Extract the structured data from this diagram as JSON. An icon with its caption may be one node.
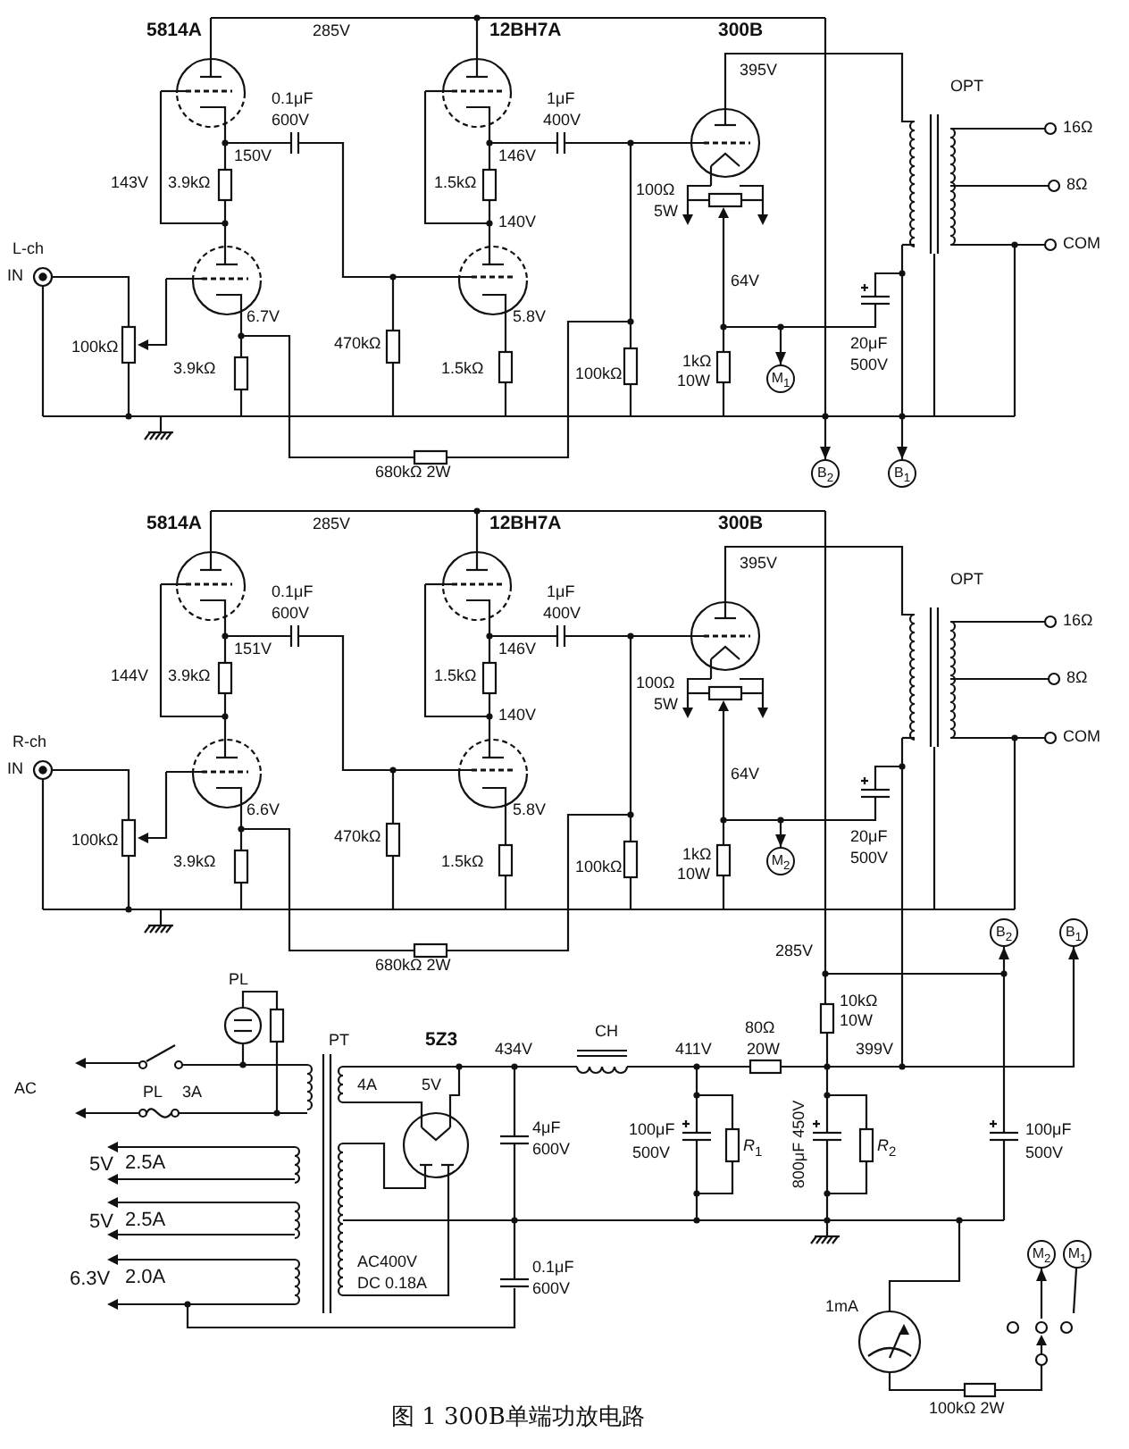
{
  "diagram": {
    "caption": "图 1 300B单端功放电路",
    "nodes": [
      {
        "text": [
          "B$_{2}$"
        ]
      },
      {
        "text": [
          "B$_{1}$"
        ]
      },
      {
        "text": [
          "M$_{1}$"
        ]
      },
      {
        "text": [
          "M$_{2}$"
        ]
      },
      {
        "text": [
          "B$_{2}$"
        ]
      },
      {
        "text": [
          "B$_{1}$"
        ]
      },
      {
        "text": [
          "M$_{2}$"
        ]
      },
      {
        "text": [
          "M$_{1}$"
        ]
      }
    ],
    "edges": [
      {
        "from": null,
        "to": 0,
        "arrow": "to"
      },
      {
        "from": null,
        "to": 1,
        "arrow": "to"
      },
      {
        "from": null,
        "to": 2,
        "arrow": "to"
      },
      {
        "from": null,
        "to": 3,
        "arrow": "to"
      },
      {
        "from": null,
        "to": 4,
        "arrow": "to"
      },
      {
        "from": null,
        "to": 5,
        "arrow": "to"
      },
      {
        "from": null,
        "to": 6,
        "arrow": "to"
      },
      {
        "from": null,
        "to": 7,
        "arrow": "none"
      }
    ],
    "labels": [
      "5814A",
      "285V",
      "12BH7A",
      "300B",
      "0.1μF",
      "600V",
      "1μF",
      "400V",
      "395V",
      "OPT",
      "16Ω",
      "8Ω",
      "COM",
      "150V",
      "146V",
      "143V",
      "3.9kΩ",
      "1.5kΩ",
      "100Ω",
      "5W",
      "140V",
      "L-ch",
      "IN",
      "6.7V",
      "5.8V",
      "64V",
      "100kΩ",
      "3.9kΩ",
      "470kΩ",
      "1.5kΩ",
      "100kΩ",
      "1kΩ",
      "10W",
      "20μF",
      "500V",
      "680kΩ 2W",
      "5814A",
      "285V",
      "12BH7A",
      "300B",
      "0.1μF",
      "600V",
      "1μF",
      "400V",
      "395V",
      "OPT",
      "16Ω",
      "8Ω",
      "COM",
      "151V",
      "146V",
      "144V",
      "3.9kΩ",
      "1.5kΩ",
      "100Ω",
      "5W",
      "140V",
      "R-ch",
      "IN",
      "6.6V",
      "5.8V",
      "64V",
      "100kΩ",
      "3.9kΩ",
      "470kΩ",
      "1.5kΩ",
      "100kΩ",
      "1kΩ",
      "10W",
      "20μF",
      "500V",
      "680kΩ 2W",
      "285V",
      "PL",
      "PT",
      "5Z3",
      "434V",
      "CH",
      "80Ω",
      "20W",
      "10kΩ",
      "10W",
      "411V",
      "399V",
      "AC",
      "4A",
      "5V",
      "PL",
      "3A",
      "4μF",
      "600V",
      "100μF",
      "500V",
      "*R*$_{1}$",
      "800μF 450V",
      "*R*$_{2}$",
      "100μF",
      "500V",
      "5V",
      "2.5A",
      "5V",
      "2.5A",
      "AC400V",
      "0.1μF",
      "600V",
      "6.3V",
      "2.0A",
      "DC 0.18A",
      "1mA",
      "100kΩ 2W"
    ]
  }
}
